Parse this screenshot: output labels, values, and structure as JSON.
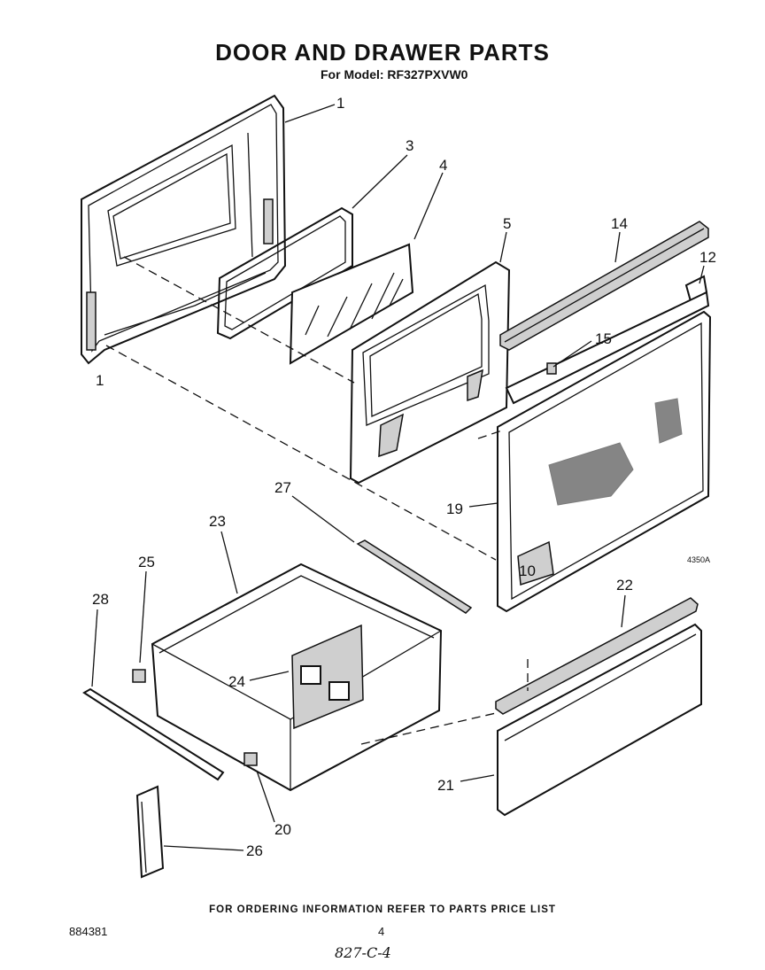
{
  "header": {
    "title": "DOOR AND DRAWER PARTS",
    "subtitle": "For Model: RF327PXVW0"
  },
  "callouts": {
    "c1": "1",
    "c1b": "1",
    "c3": "3",
    "c4": "4",
    "c5": "5",
    "c10": "10",
    "c12": "12",
    "c14": "14",
    "c15": "15",
    "c19": "19",
    "c20": "20",
    "c21": "21",
    "c22": "22",
    "c23": "23",
    "c24": "24",
    "c25": "25",
    "c26": "26",
    "c27": "27",
    "c28": "28"
  },
  "figure_code": "4350A",
  "footer": {
    "note": "FOR ORDERING INFORMATION REFER TO PARTS PRICE LIST",
    "doc_number": "884381",
    "page_number": "4",
    "handwritten_code": "827-C-4"
  }
}
